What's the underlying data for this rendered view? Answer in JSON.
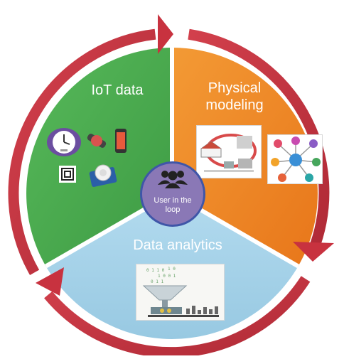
{
  "sectors": {
    "iot": {
      "title": "IoT data"
    },
    "physical": {
      "title_line1": "Physical",
      "title_line2": "modeling"
    },
    "analytics": {
      "title": "Data analytics"
    }
  },
  "hub": {
    "line1": "User in the",
    "line2": "loop",
    "icon": "users-group-icon"
  },
  "colors": {
    "iot": "#4caf50",
    "physical": "#f08a24",
    "analytics": "#a9d4ea",
    "arrow": "#c8323f",
    "hub": "#8a78b6"
  },
  "device_icons": [
    "clock-device-icon",
    "wristband-icon",
    "smartphone-icon",
    "rfid-tag-icon",
    "motion-sensor-icon"
  ],
  "images": [
    "energy-cycle-diagram",
    "social-network-diagram",
    "data-funnel-illustration"
  ]
}
